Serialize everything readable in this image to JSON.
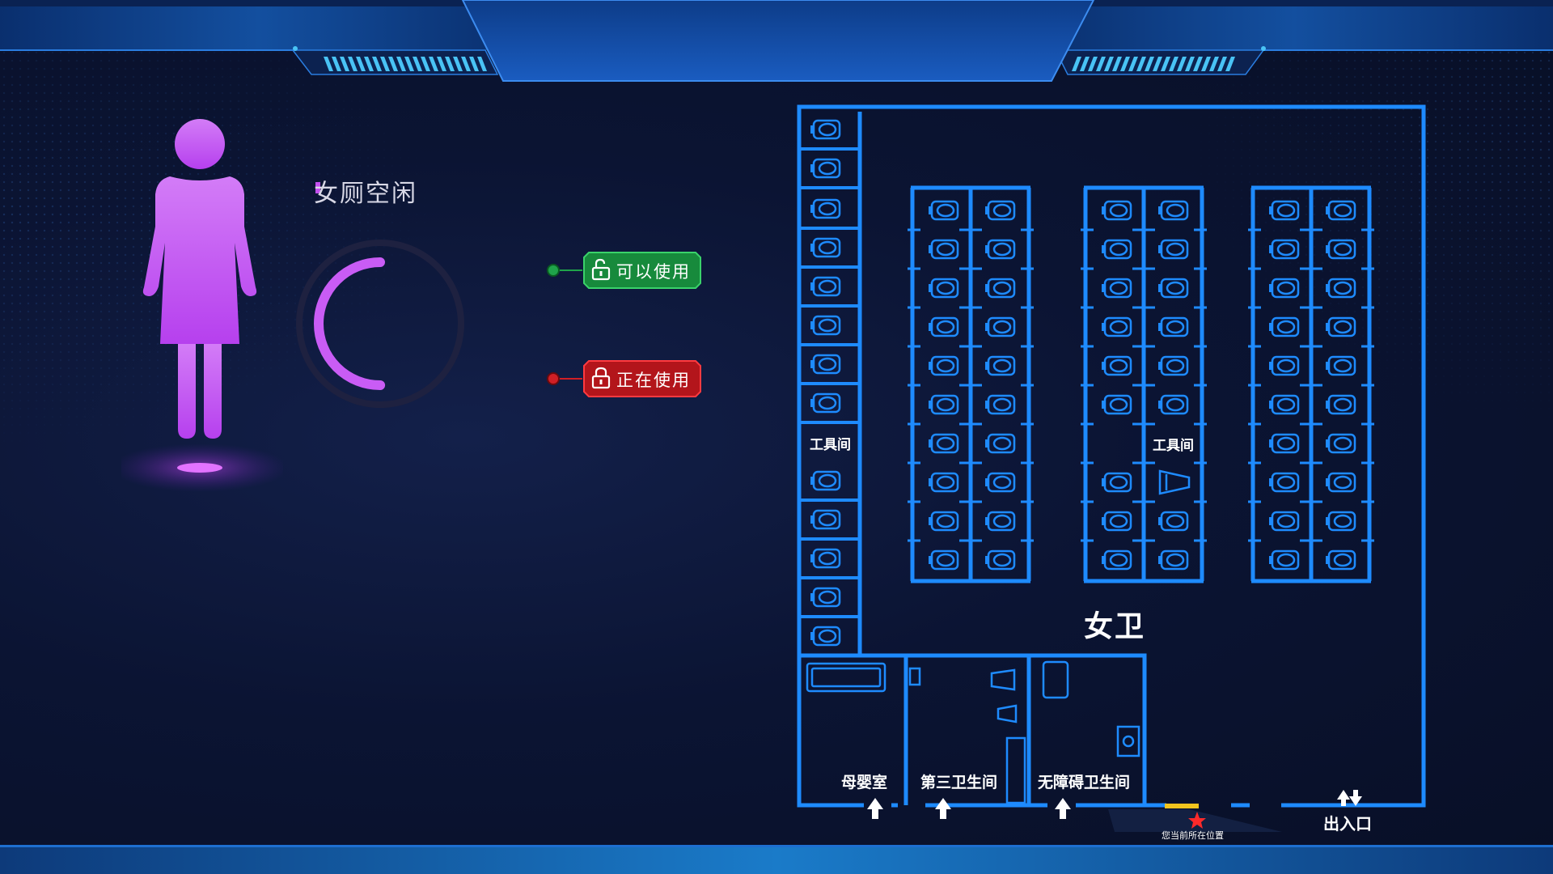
{
  "legend": {
    "title": "女厕空闲",
    "available_label": "可以使用",
    "occupied_label": "正在使用"
  },
  "status": {
    "free_fraction": 0.5
  },
  "floorplan": {
    "hall_label": "女卫",
    "tool_room_left": "工具间",
    "tool_room_mid": "工具间",
    "nursing_room": "母婴室",
    "third_restroom": "第三卫生间",
    "accessible_restroom": "无障碍卫生间",
    "entrance": "出入口",
    "you_are_here": "您当前所在位置"
  },
  "colors": {
    "wall": "#1e8bff",
    "female": "#c95cf5",
    "available": "#1fa34a",
    "occupied": "#d01f25",
    "marker": "#ff2a2a"
  },
  "icons": {
    "figure": "woman-icon",
    "available": "unlock-icon",
    "occupied": "lock-icon",
    "entrance": "up-down-arrow-icon",
    "location": "star-icon"
  }
}
